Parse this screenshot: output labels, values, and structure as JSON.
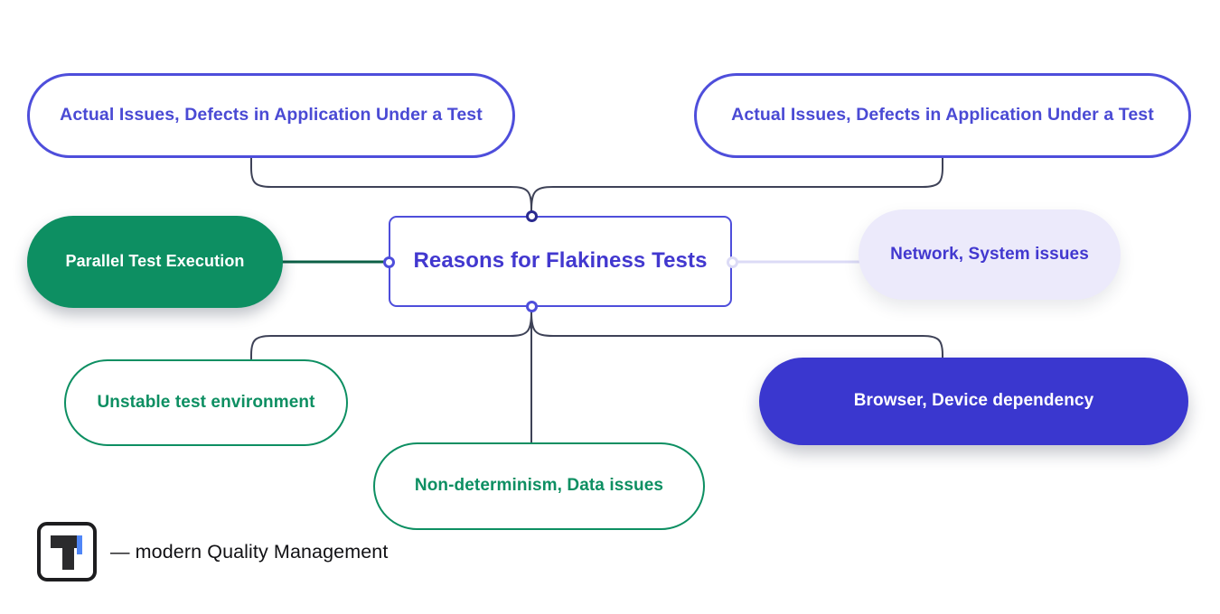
{
  "diagram": {
    "title": "Reasons for  Flakiness Tests",
    "center": {
      "label": "Reasons for  Flakiness Tests",
      "border_color": "#4e4edb",
      "text_color": "#4238cf"
    },
    "nodes": [
      {
        "id": "actual-issues-left",
        "label": "Actual Issues, Defects in Application Under a Test",
        "style": "outline-indigo",
        "border_color": "#4e4edb",
        "text_color": "#4a4ad4"
      },
      {
        "id": "actual-issues-right",
        "label": "Actual Issues, Defects in Application Under a Test",
        "style": "outline-indigo",
        "border_color": "#4e4edb",
        "text_color": "#4a4ad4"
      },
      {
        "id": "parallel-test-execution",
        "label": "Parallel Test Execution",
        "style": "fill-green",
        "fill_color": "#0d8f62",
        "text_color": "#ffffff"
      },
      {
        "id": "network-system-issues",
        "label": "Network, System issues",
        "style": "fill-pale",
        "fill_color": "#eceafb",
        "text_color": "#4238cf"
      },
      {
        "id": "unstable-test-environment",
        "label": "Unstable test environment",
        "style": "outline-green",
        "border_color": "#0d8f62",
        "text_color": "#0d8f62"
      },
      {
        "id": "non-determinism-data-issues",
        "label": "Non-determinism, Data issues",
        "style": "outline-green",
        "border_color": "#0d8f62",
        "text_color": "#0d8f62"
      },
      {
        "id": "browser-device-dependency",
        "label": "Browser, Device dependency",
        "style": "fill-indigo",
        "fill_color": "#3a37cf",
        "text_color": "#ffffff"
      }
    ],
    "edges": [
      {
        "from": "center-top",
        "to": "actual-issues-left",
        "color": "#3e4257"
      },
      {
        "from": "center-top",
        "to": "actual-issues-right",
        "color": "#3e4257"
      },
      {
        "from": "center-left",
        "to": "parallel-test-execution",
        "color": "#0b5f45"
      },
      {
        "from": "center-right",
        "to": "network-system-issues",
        "color": "#dcdbf6"
      },
      {
        "from": "center-bottom",
        "to": "unstable-test-environment",
        "color": "#3e4257"
      },
      {
        "from": "center-bottom",
        "to": "non-determinism-data-issues",
        "color": "#3e4257"
      },
      {
        "from": "center-bottom",
        "to": "browser-device-dependency",
        "color": "#3e4257"
      }
    ],
    "handles": [
      {
        "id": "center-top",
        "color": "#2a2a8f"
      },
      {
        "id": "center-bottom",
        "color": "#4e4edb"
      },
      {
        "id": "center-left",
        "color": "#4e4edb"
      },
      {
        "id": "center-right",
        "color": "#dcdbf6"
      }
    ]
  },
  "footer": {
    "logo_name": "tricentis-logo",
    "tagline": "— modern Quality Management"
  }
}
